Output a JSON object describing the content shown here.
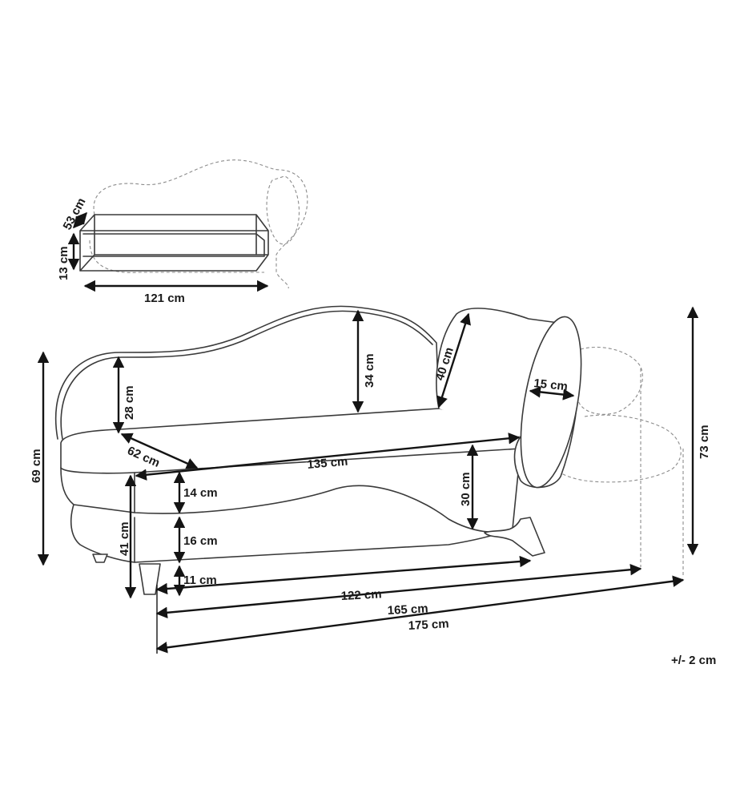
{
  "drawer": {
    "depth": "53 cm",
    "height": "13 cm",
    "width": "121 cm"
  },
  "sofa": {
    "total_height": "69 cm",
    "backrest_height": "28 cm",
    "backrest_top": "34 cm",
    "pillow_length": "40 cm",
    "pillow_diameter": "15 cm",
    "seat_depth": "62 cm",
    "seat_width": "135 cm",
    "cushion_height": "14 cm",
    "arm_height": "30 cm",
    "seat_height": "41 cm",
    "base_height": "16 cm",
    "leg_height": "11 cm",
    "overall_height": "73 cm",
    "width_122": "122 cm",
    "width_165": "165 cm",
    "width_175": "175 cm"
  },
  "tolerance": "+/- 2 cm",
  "colors": {
    "line": "#3a3a3a",
    "dim": "#141414",
    "dashed": "#8c8c8c"
  }
}
